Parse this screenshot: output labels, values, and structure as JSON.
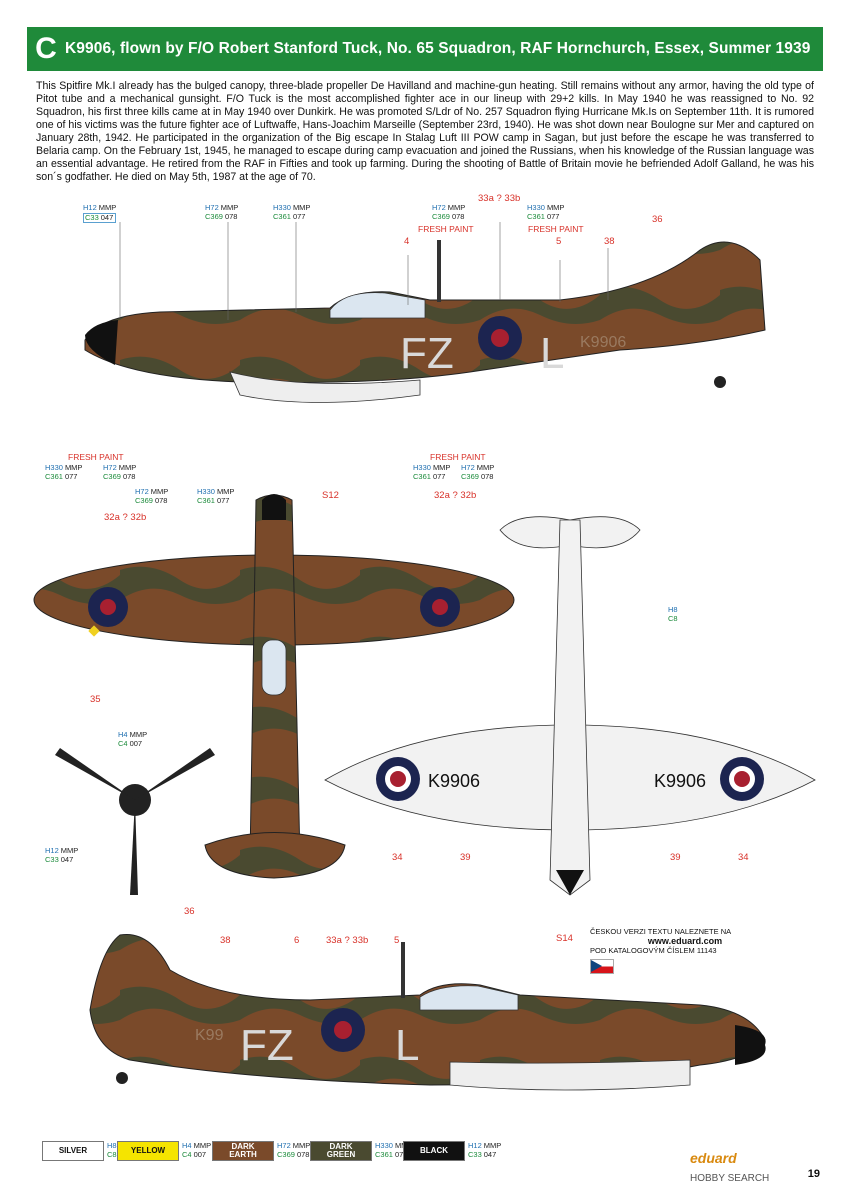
{
  "header": {
    "letter": "C",
    "title": "K9906, flown by F/O Robert Stanford Tuck, No. 65 Squadron, RAF Hornchurch, Essex, Summer 1939"
  },
  "description": "This Spitfire Mk.I already has the bulged canopy, three-blade propeller De Havilland and machine-gun heating. Still remains without any armor, having the old type of Pitot tube and a mechanical gunsight. F/O Tuck is the most accomplished fighter ace in our lineup with 29+2 kills. In May 1940 he was reassigned to No. 92 Squadron, his first three kills came at in May 1940 over Dunkirk. He was promoted S/Ldr of No. 257 Squadron flying Hurricane Mk.Is on September 11th. It is rumored one of his victims was the future fighter ace of Luftwaffe, Hans-Joachim Marseille (September 23rd, 1940). He was shot down near Boulogne sur Mer and captured on January 28th, 1942. He participated in the organization of the Big escape In Stalag Luft III POW camp in Sagan, but just before the escape he was transferred to Belaria camp. On the February 1st, 1945, he managed to escape during camp evacuation and joined the Russians, when his knowledge of the Russian language was an essential advantage. He retired from the RAF in Fifties and took up farming. During the shooting of Battle of Britain movie he befriended Adolf Galland, he was his son´s godfather. He died on May 5th, 1987 at the age of 70.",
  "markings": {
    "code_fz": "FZ",
    "code_l": "L",
    "serial": "K9906",
    "serial_under_left": "K9906",
    "serial_under_right": "K9906",
    "serial_side2": "K99"
  },
  "paint_codes": {
    "silver": {
      "h": "H8",
      "c": "C8"
    },
    "yellow": {
      "h": "H4",
      "c": "C4",
      "mmp": "007"
    },
    "dark_earth": {
      "h": "H72",
      "c": "C369",
      "mmp": "078"
    },
    "dark_green": {
      "h": "H330",
      "c": "C361",
      "mmp": "077"
    },
    "black": {
      "h": "H12",
      "c": "C33",
      "mmp": "047"
    },
    "mmp": "MMP"
  },
  "labels": {
    "fresh_paint": "FRESH PAINT",
    "n4": "4",
    "n5": "5",
    "n6": "6",
    "n33": "33a ? 33b",
    "n32": "32a ? 32b",
    "n34": "34",
    "n35": "35",
    "n36": "36",
    "n38": "38",
    "n39": "39",
    "s12": "S12",
    "s14": "S14"
  },
  "czech_note": {
    "line1": "ČESKOU VERZI TEXTU NALEZNETE NA",
    "site": "www.eduard.com",
    "line2": "POD KATALOGOVÝM ČÍSLEM 11143"
  },
  "legend": {
    "silver": "SILVER",
    "yellow": "YELLOW",
    "dark_earth_1": "DARK",
    "dark_earth_2": "EARTH",
    "dark_green_1": "DARK",
    "dark_green_2": "GREEN",
    "black": "BLACK"
  },
  "colors": {
    "header_green": "#1f8a3a",
    "dark_earth": "#7a4a2a",
    "dark_green": "#4a4a30",
    "roundel_blue": "#1c2450",
    "roundel_red": "#a82030",
    "underside": "#f2f2f2",
    "callout_red": "#d8322a"
  },
  "brand": "eduard",
  "page_number": "19",
  "watermark": "HOBBY SEARCH"
}
